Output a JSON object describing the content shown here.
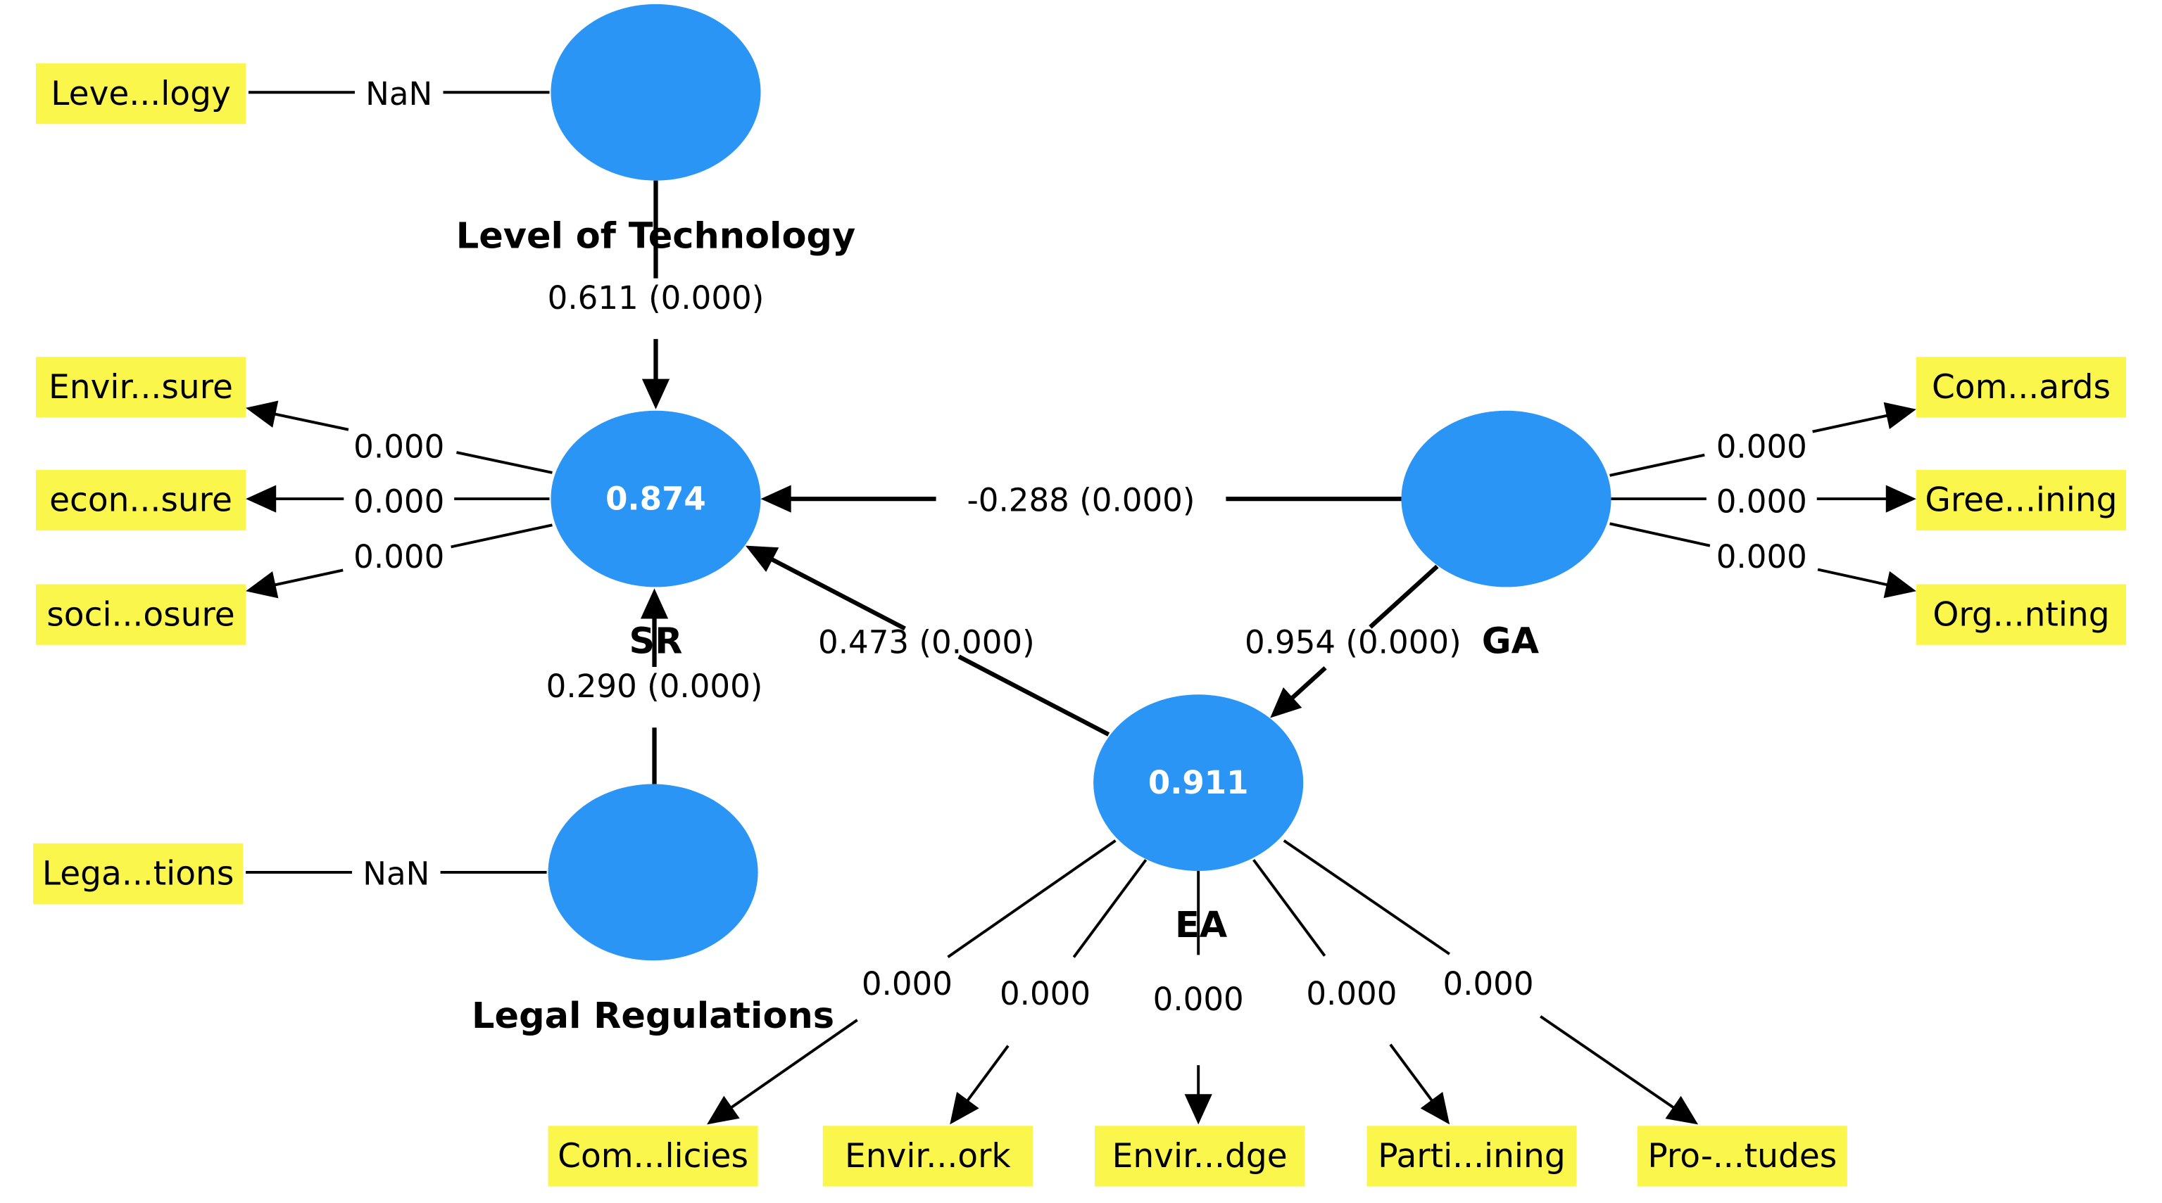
{
  "diagram": {
    "type": "structural-equation-model",
    "colors": {
      "latent_fill": "#2B95F5",
      "indicator_fill": "#FAF64B",
      "line": "#000000",
      "background": "#FFFFFF"
    },
    "latent_variables": [
      {
        "id": "LT",
        "name": "Level of Technology",
        "r_squared": null
      },
      {
        "id": "SR",
        "name": "SR",
        "r_squared": "0.874"
      },
      {
        "id": "GA",
        "name": "GA",
        "r_squared": null
      },
      {
        "id": "EA",
        "name": "EA",
        "r_squared": "0.911"
      },
      {
        "id": "LR",
        "name": "Legal Regulations",
        "r_squared": null
      }
    ],
    "indicators": [
      {
        "id": "i_lt",
        "label": "Leve...logy",
        "latent": "LT",
        "loading_label": "NaN",
        "arrow": "none"
      },
      {
        "id": "i_sr1",
        "label": "Envir...sure",
        "latent": "SR",
        "loading_label": "0.000",
        "arrow": "to-indicator"
      },
      {
        "id": "i_sr2",
        "label": "econ...sure",
        "latent": "SR",
        "loading_label": "0.000",
        "arrow": "to-indicator"
      },
      {
        "id": "i_sr3",
        "label": "soci...osure",
        "latent": "SR",
        "loading_label": "0.000",
        "arrow": "to-indicator"
      },
      {
        "id": "i_ga1",
        "label": "Com...ards",
        "latent": "GA",
        "loading_label": "0.000",
        "arrow": "to-indicator"
      },
      {
        "id": "i_ga2",
        "label": "Gree...ining",
        "latent": "GA",
        "loading_label": "0.000",
        "arrow": "to-indicator"
      },
      {
        "id": "i_ga3",
        "label": "Org...nting",
        "latent": "GA",
        "loading_label": "0.000",
        "arrow": "to-indicator"
      },
      {
        "id": "i_lr",
        "label": "Lega...tions",
        "latent": "LR",
        "loading_label": "NaN",
        "arrow": "none"
      },
      {
        "id": "i_ea1",
        "label": "Com...licies",
        "latent": "EA",
        "loading_label": "0.000",
        "arrow": "to-indicator"
      },
      {
        "id": "i_ea2",
        "label": "Envir...ork",
        "latent": "EA",
        "loading_label": "0.000",
        "arrow": "to-indicator"
      },
      {
        "id": "i_ea3",
        "label": "Envir...dge",
        "latent": "EA",
        "loading_label": "0.000",
        "arrow": "to-indicator"
      },
      {
        "id": "i_ea4",
        "label": "Parti...ining",
        "latent": "EA",
        "loading_label": "0.000",
        "arrow": "to-indicator"
      },
      {
        "id": "i_ea5",
        "label": "Pro-...tudes",
        "latent": "EA",
        "loading_label": "0.000",
        "arrow": "to-indicator"
      }
    ],
    "paths": [
      {
        "from": "LT",
        "to": "SR",
        "coefficient": "0.611",
        "p_value": "0.000",
        "label": "0.611 (0.000)"
      },
      {
        "from": "GA",
        "to": "SR",
        "coefficient": "-0.288",
        "p_value": "0.000",
        "label": "-0.288 (0.000)"
      },
      {
        "from": "EA",
        "to": "SR",
        "coefficient": "0.473",
        "p_value": "0.000",
        "label": "0.473 (0.000)"
      },
      {
        "from": "LR",
        "to": "SR",
        "coefficient": "0.290",
        "p_value": "0.000",
        "label": "0.290 (0.000)"
      },
      {
        "from": "GA",
        "to": "EA",
        "coefficient": "0.954",
        "p_value": "0.000",
        "label": "0.954 (0.000)"
      }
    ]
  }
}
